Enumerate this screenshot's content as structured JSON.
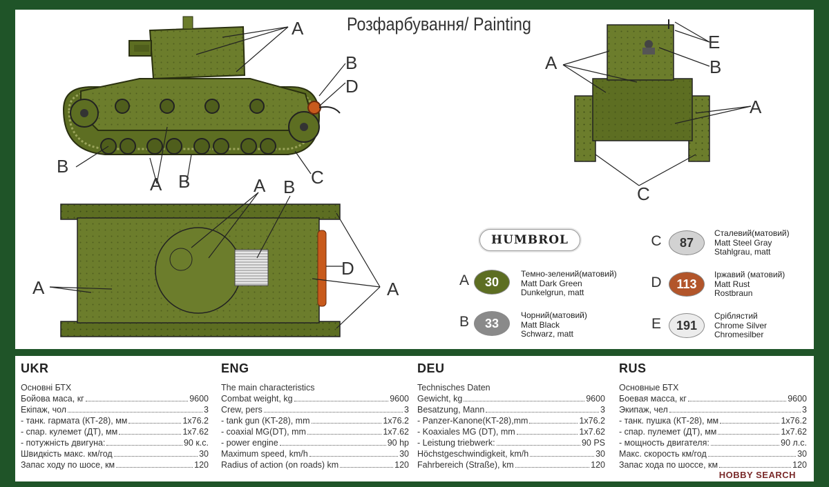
{
  "title": "Розфарбування/ Painting",
  "brand": "HUMBROL",
  "callouts": {
    "side_A_top": "A",
    "side_B_top": "B",
    "side_D_top": "D",
    "side_B_left": "B",
    "side_A_bottom": "A",
    "side_B_bottom": "B",
    "side_C_bottom": "C",
    "front_E": "E",
    "front_B": "B",
    "front_A_left": "A",
    "front_A_right": "A",
    "front_C": "C",
    "top_A": "A",
    "top_B": "B",
    "top_A_left": "A",
    "top_D": "D",
    "top_A_right": "A"
  },
  "colors": [
    {
      "letter": "A",
      "code": "30",
      "hex": "#5d6e22",
      "text_color": "#ffffff",
      "names": [
        "Темно-зелений(матовий)",
        "Matt Dark Green",
        "Dunkelgrun, matt"
      ]
    },
    {
      "letter": "B",
      "code": "33",
      "hex": "#8a8a8a",
      "text_color": "#ffffff",
      "names": [
        "Чорний(матовий)",
        "Matt Black",
        "Schwarz, matt"
      ]
    },
    {
      "letter": "C",
      "code": "87",
      "hex": "#d2d2d2",
      "text_color": "#333333",
      "names": [
        "Сталевий(матовий)",
        "Matt Steel Gray",
        "Stahlgrau, matt"
      ]
    },
    {
      "letter": "D",
      "code": "113",
      "hex": "#b2552a",
      "text_color": "#ffffff",
      "names": [
        "Іржавий (матовий)",
        "Matt Rust",
        "Rostbraun"
      ]
    },
    {
      "letter": "E",
      "code": "191",
      "hex": "#ececec",
      "text_color": "#333333",
      "names": [
        "Сріблястий",
        "Chrome Silver",
        "Chromesilber"
      ]
    }
  ],
  "specs": [
    {
      "lang": "UKR",
      "heading": "Основні БТХ",
      "rows": [
        {
          "k": "Бойова маса, кг",
          "v": "9600"
        },
        {
          "k": "Екіпаж, чол",
          "v": "3"
        },
        {
          "k": "- танк. гармата (КТ-28), мм",
          "v": "1х76.2"
        },
        {
          "k": "- спар. кулемет (ДТ), мм",
          "v": "1х7.62"
        },
        {
          "k": "- потужність двигуна:",
          "v": "90 к.с."
        },
        {
          "k": "Швидкість макс. км/год",
          "v": "30"
        },
        {
          "k": "Запас ходу по шосе, км",
          "v": "120"
        }
      ]
    },
    {
      "lang": "ENG",
      "heading": "The main characteristics",
      "rows": [
        {
          "k": "Combat weight, kg",
          "v": "9600"
        },
        {
          "k": "Crew, pers",
          "v": "3"
        },
        {
          "k": "- tank gun (KT-28), mm",
          "v": "1x76.2"
        },
        {
          "k": "- coaxial MG(DT), mm",
          "v": "1x7.62"
        },
        {
          "k": "- power engine",
          "v": "90 hp"
        },
        {
          "k": "Maximum speed, km/h",
          "v": "30"
        },
        {
          "k": "Radius of action (on roads) km",
          "v": "120"
        }
      ]
    },
    {
      "lang": "DEU",
      "heading": "Technisches Daten",
      "rows": [
        {
          "k": "Gewicht, kg",
          "v": "9600"
        },
        {
          "k": "Besatzung, Mann",
          "v": "3"
        },
        {
          "k": "- Panzer-Kanone(KT-28),mm",
          "v": "1x76.2"
        },
        {
          "k": "- Koaxiales MG (DT), mm",
          "v": "1x7.62"
        },
        {
          "k": "- Leistung triebwerk:",
          "v": "90 PS"
        },
        {
          "k": "Höchstgeschwindigkeit, km/h",
          "v": "30"
        },
        {
          "k": "Fahrbereich (Straße), km",
          "v": "120"
        }
      ]
    },
    {
      "lang": "RUS",
      "heading": "Основные БТХ",
      "rows": [
        {
          "k": "Боевая масса, кг",
          "v": "9600"
        },
        {
          "k": "Экипаж, чел",
          "v": "3"
        },
        {
          "k": "- танк. пушка (КТ-28), мм",
          "v": "1х76.2"
        },
        {
          "k": "- спар. пулемет (ДТ), мм",
          "v": "1х7.62"
        },
        {
          "k": "- мощность двигателя:",
          "v": "90 л.с."
        },
        {
          "k": "Макс. скорость км/год",
          "v": "30"
        },
        {
          "k": "Запас хода по шоссе, км",
          "v": "120"
        }
      ]
    }
  ],
  "watermark": "HOBBY SEARCH"
}
